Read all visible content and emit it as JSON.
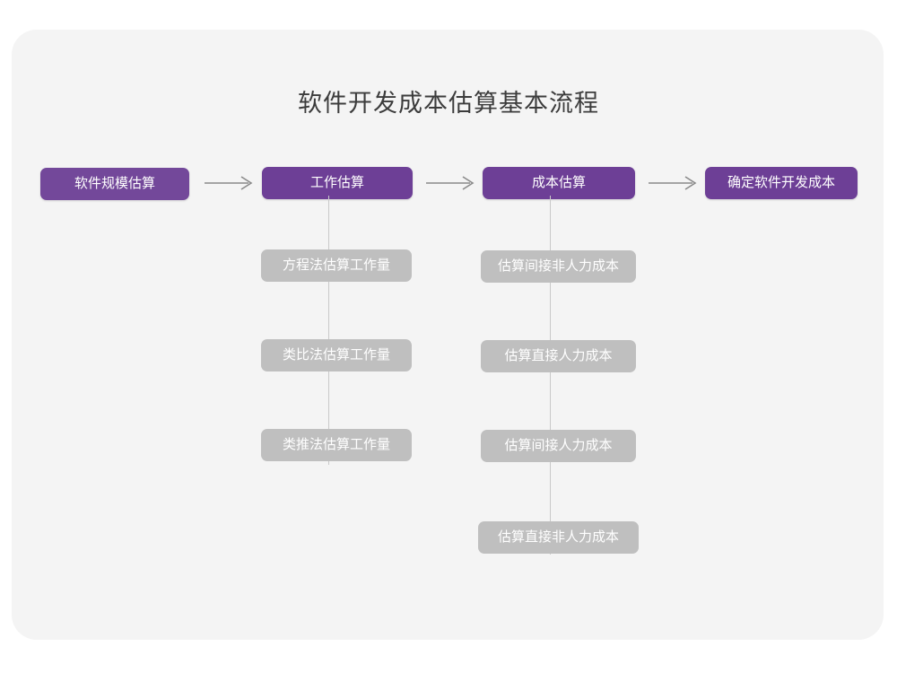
{
  "card": {
    "background_color": "#f4f4f4",
    "page_background_color": "#ffffff"
  },
  "title": "软件开发成本估算基本流程",
  "colors": {
    "stage_purple": "#6d3f96",
    "stage_purple_first": "#73489a",
    "sub_gray": "#bfbfbf",
    "connector_gray": "#c9c9c9",
    "title_text": "#3c3c3c",
    "box_text": "#ffffff"
  },
  "flow": {
    "stages": [
      {
        "id": "stage-1",
        "label": "软件规模估算",
        "substeps": []
      },
      {
        "id": "stage-2",
        "label": "工作估算",
        "substeps": [
          {
            "id": "sub-2-1",
            "label": "方程法估算工作量"
          },
          {
            "id": "sub-2-2",
            "label": "类比法估算工作量"
          },
          {
            "id": "sub-2-3",
            "label": "类推法估算工作量"
          }
        ]
      },
      {
        "id": "stage-3",
        "label": "成本估算",
        "substeps": [
          {
            "id": "sub-3-1",
            "label": "估算间接非人力成本"
          },
          {
            "id": "sub-3-2",
            "label": "估算直接人力成本"
          },
          {
            "id": "sub-3-3",
            "label": "估算间接人力成本"
          },
          {
            "id": "sub-3-4",
            "label": "估算直接非人力成本"
          }
        ]
      },
      {
        "id": "stage-4",
        "label": "确定软件开发成本",
        "substeps": []
      }
    ],
    "connectors": {
      "arrow_1_label": "arrow-right-icon",
      "arrow_2_label": "arrow-right-icon",
      "arrow_3_label": "arrow-right-icon"
    }
  }
}
